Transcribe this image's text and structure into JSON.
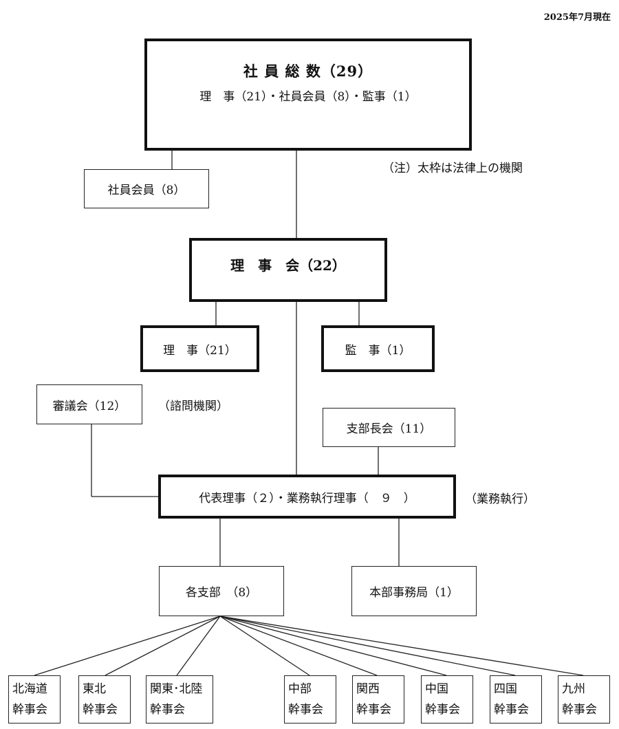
{
  "as_of": "2025年7月現在",
  "members_total": {
    "title": "社 員 総 数（29）",
    "detail": "理　事（21）・社員会員（8）・監事（1）"
  },
  "note": "（注）太枠は法律上の機関",
  "member_members": "社員会員（8）",
  "board": "理　事　会（22）",
  "directors": "理　事（21）",
  "auditor": "監　事（1）",
  "council": "審議会（12）",
  "council_note": "（諮問機関）",
  "branch_heads": "支部長会（11）",
  "executives": "代表理事（２）・業務執行理事（　９　）",
  "executives_note": "（業務執行）",
  "branches": "各支部　（8）",
  "hq": "本部事務局（1）",
  "regional": [
    {
      "line1": "北海道",
      "line2": "幹事会"
    },
    {
      "line1": "東北",
      "line2": "幹事会"
    },
    {
      "line1": "関東･北陸",
      "line2": "幹事会"
    },
    {
      "line1": "中部",
      "line2": "幹事会"
    },
    {
      "line1": "関西",
      "line2": "幹事会"
    },
    {
      "line1": "中国",
      "line2": "幹事会"
    },
    {
      "line1": "四国",
      "line2": "幹事会"
    },
    {
      "line1": "九州",
      "line2": "幹事会"
    }
  ]
}
